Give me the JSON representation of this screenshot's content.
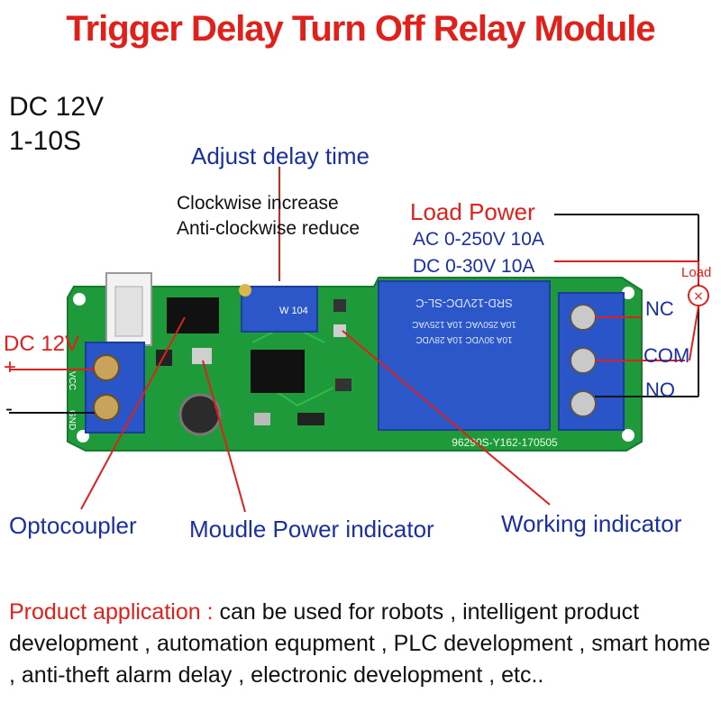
{
  "title": "Trigger Delay Turn Off Relay Module",
  "specs": {
    "voltage": "DC  12V",
    "range": "1-10S"
  },
  "annotations": {
    "adjust": "Adjust delay time",
    "clockwise": "Clockwise increase",
    "anticlockwise": "Anti-clockwise reduce",
    "load_power": "Load Power",
    "ac": "AC 0-250V  10A",
    "dc": "DC  0-30V  10A",
    "load": "Load",
    "nc": "NC",
    "com": "COM",
    "no": "NO",
    "dc12v": "DC 12V",
    "plus": "+",
    "minus": "-",
    "optocoupler": "Optocoupler",
    "module_power": "Moudle Power indicator",
    "working": "Working indicator"
  },
  "board": {
    "relay_text_1": "SRD-12VDC-SL-C",
    "relay_text_2": "10A 250VAC  10A 125VAC",
    "relay_text_3": "10A 30VDC  10A 28VDC",
    "pot_text": "W 104",
    "serial": "96290S-Y162-170505",
    "vcc": "VCC",
    "gnd": "GND"
  },
  "application": {
    "heading": "Product application :",
    "body": " can be used for robots , intelligent product development , automation equpment , PLC development , smart home , anti-theft alarm delay , electronic development , etc.."
  },
  "colors": {
    "title": "#e0201b",
    "label_blue": "#1a2fa3",
    "pcb_green": "#1f9a3a",
    "terminal_blue": "#2a55c8",
    "relay_blue": "#2b57c9"
  }
}
